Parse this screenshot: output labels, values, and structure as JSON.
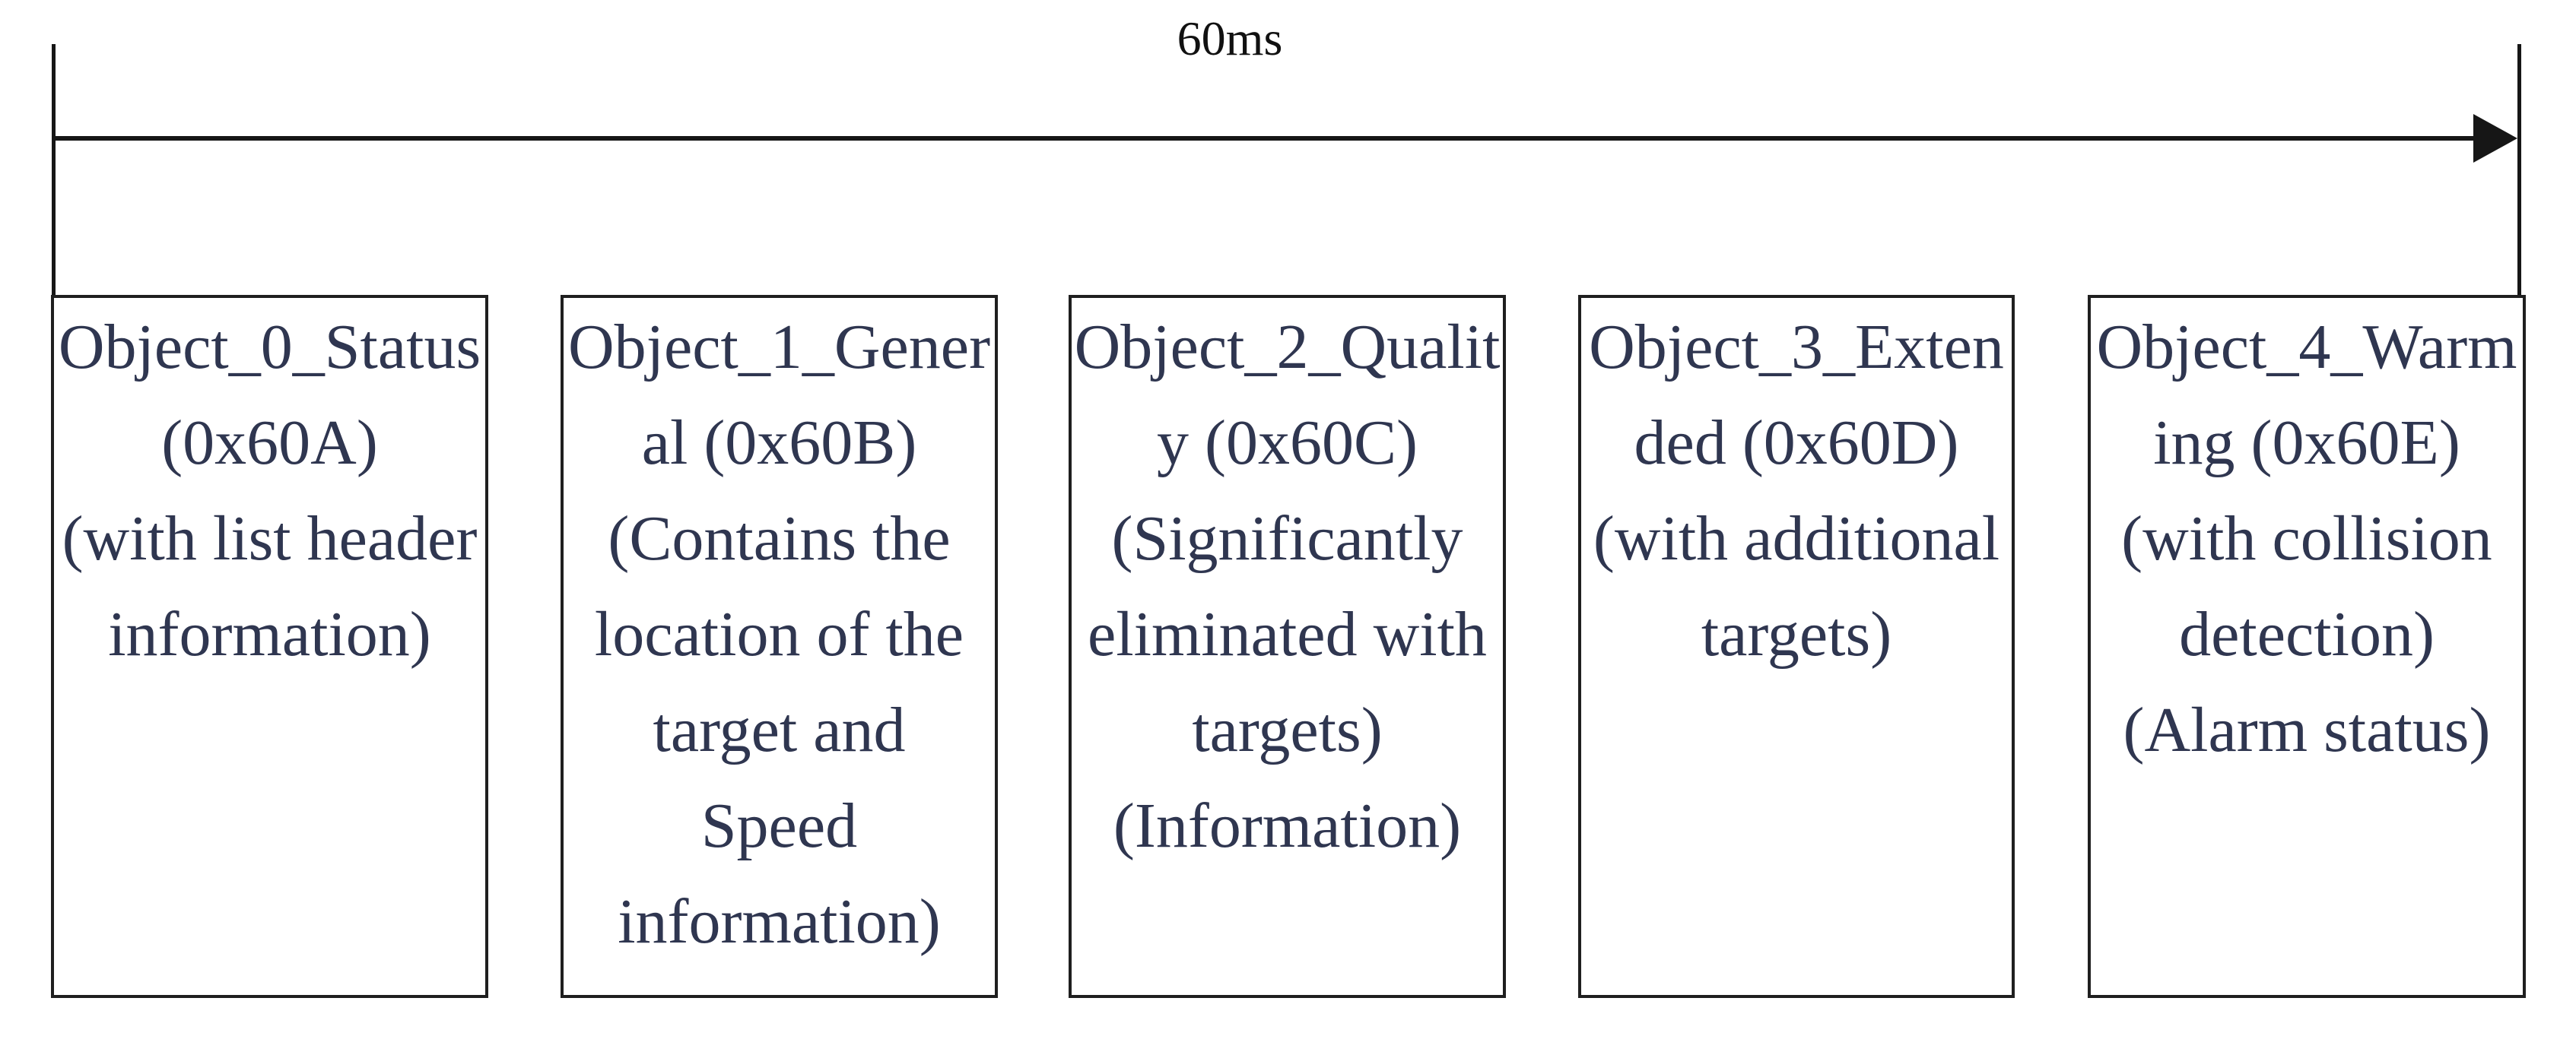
{
  "timeline": {
    "label": "60ms"
  },
  "colors": {
    "background": "#ffffff",
    "text": "#2f3650",
    "border": "#1f1f1f",
    "line": "#161616",
    "label_text": "#111111"
  },
  "boxes": [
    {
      "lines": [
        "Object_0_Status",
        "(0x60A)",
        "(with list header",
        "information)"
      ]
    },
    {
      "lines": [
        "Object_1_Gener",
        "al (0x60B)",
        "(Contains the",
        "location of the",
        "target and",
        "Speed",
        "information)"
      ]
    },
    {
      "lines": [
        "Object_2_Qualit",
        "y (0x60C)",
        "(Significantly",
        "eliminated with",
        "targets)",
        "(Information)"
      ]
    },
    {
      "lines": [
        "Object_3_Exten",
        "ded (0x60D)",
        "(with additional",
        "targets)"
      ]
    },
    {
      "lines": [
        "Object_4_Warm",
        "ing (0x60E)",
        "(with collision",
        "detection)",
        "(Alarm status)"
      ]
    }
  ]
}
